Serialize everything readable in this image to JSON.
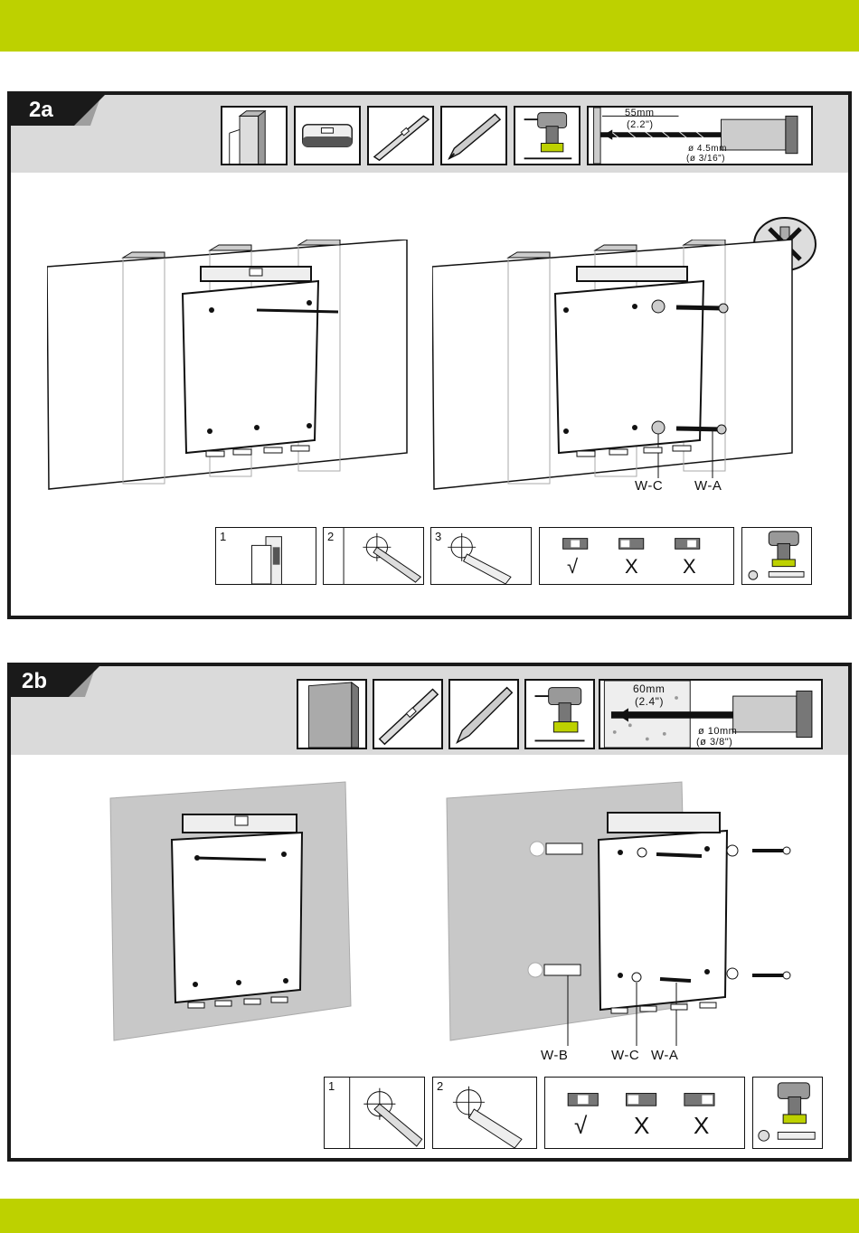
{
  "colors": {
    "band": "#bdd100",
    "frame": "#1a1a1a",
    "header_bg": "#dadada"
  },
  "step_a": {
    "label": "2a",
    "drill_spec": {
      "depth_mm": "55mm",
      "depth_in": "(2.2\")",
      "dia_mm": "ø 4.5mm",
      "dia_in": "(ø 3/16\")"
    },
    "callouts": {
      "washer": "W-C",
      "screw": "W-A"
    },
    "substeps": [
      "1",
      "2",
      "3"
    ],
    "level_marks": [
      "√",
      "X",
      "X"
    ],
    "tool_icons": [
      "wood-stud-icon",
      "stud-finder-icon",
      "spirit-level-icon",
      "pencil-icon",
      "drill-icon",
      "drill-bit-depth-icon"
    ],
    "warning_icon": "no-anchor-icon"
  },
  "step_b": {
    "label": "2b",
    "drill_spec": {
      "depth_mm": "60mm",
      "depth_in": "(2.4\")",
      "dia_mm": "ø 10mm",
      "dia_in": "(ø 3/8\")"
    },
    "callouts": {
      "anchor": "W-B",
      "washer": "W-C",
      "screw": "W-A"
    },
    "substeps": [
      "1",
      "2"
    ],
    "level_marks": [
      "√",
      "X",
      "X"
    ],
    "tool_icons": [
      "concrete-wall-icon",
      "spirit-level-icon",
      "pencil-icon",
      "drill-icon",
      "drill-bit-depth-icon"
    ]
  }
}
